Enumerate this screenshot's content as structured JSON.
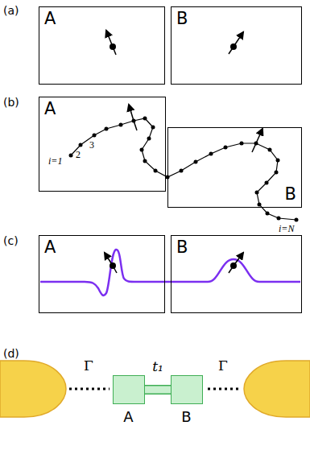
{
  "diagram": {
    "nodes": [
      {
        "text": [
          "A"
        ]
      },
      {
        "text": [
          "B"
        ]
      },
      {
        "text": [
          "A"
        ]
      },
      {
        "text": [
          "B"
        ]
      },
      {
        "text": [
          "A"
        ]
      },
      {
        "text": [
          "B"
        ]
      },
      {
        "text": [
          "A"
        ]
      },
      {
        "text": [
          "B"
        ]
      }
    ],
    "edges": [
      {
        "from": 6,
        "to": 7,
        "arrow": "none",
        "label": "t₁"
      }
    ],
    "labels": [
      "(a)",
      "(b)",
      "(c)",
      "(d)",
      "i=1",
      "2",
      "3",
      "i=N",
      "Γ",
      "Γ"
    ]
  }
}
